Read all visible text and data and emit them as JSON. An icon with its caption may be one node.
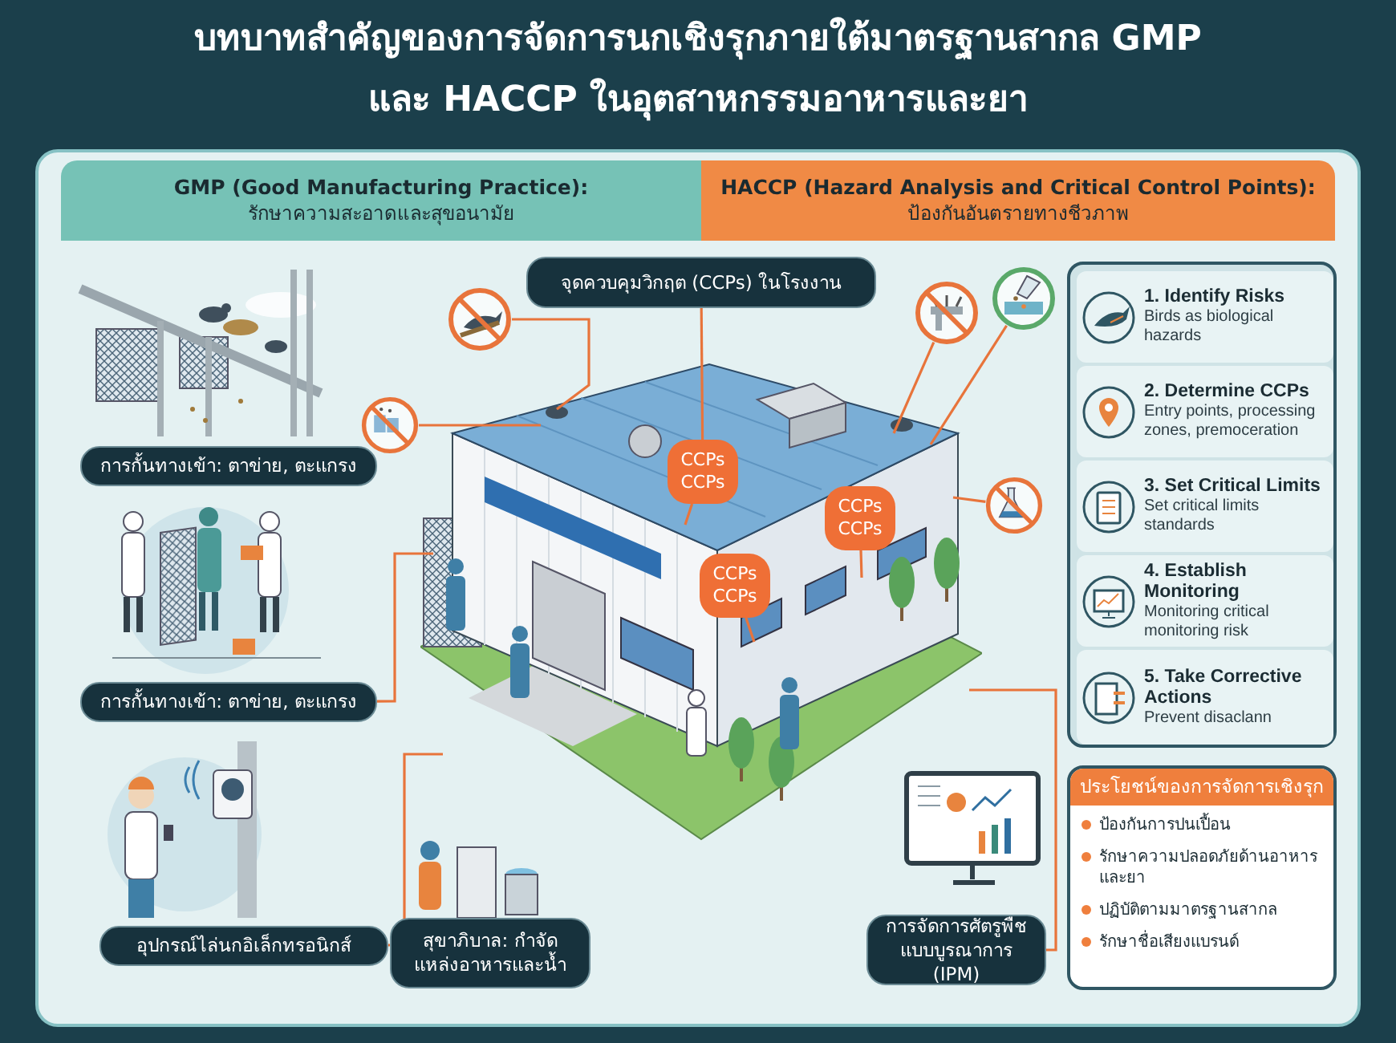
{
  "diagram": {
    "title": "บทบาทสำคัญของการจัดการนกเชิงรุกภายใต้มาตรฐานสากล **GMP** และ **HACCP** ในอุตสาหกรรมอาหารและยา",
    "nodes": [
      {
        "text": [
          "GMP (Good Manufacturing Practice):",
          "รักษาความสะอาดและสุขอนามัย"
        ]
      },
      {
        "text": [
          "HACCP (Hazard Analysis and Critical Control Points):",
          "ป้องกันอันตรายทางชีวภาพ"
        ]
      },
      {
        "text": [
          "การกั้นทางเข้า: ตาข่าย, ตะแกรง"
        ]
      },
      {
        "text": [
          "การกั้นทางเข้า: ตาข่าย, ตะแกรง"
        ]
      },
      {
        "text": [
          "อุปกรณ์ไล่นกอิเล็กทรอนิกส์"
        ]
      },
      {
        "text": [
          "จุดควบคุมวิกฤต (CCPs) ในโรงงาน"
        ]
      },
      {
        "text": [],
        "shape": "picture"
      },
      {
        "text": [
          "CCPs CCPs"
        ]
      },
      {
        "text": [
          "CCPs CCPs"
        ],
        "in": 6
      },
      {
        "text": [
          "CCPs CCPs"
        ],
        "in": 6
      },
      {
        "text": [
          "สุขาภิบาล: กำจัดแหล่งอาหารและน้ำ"
        ]
      },
      {
        "text": [
          "การจัดการศัตรูพืช แบบบูรณาการ (IPM)"
        ]
      },
      {
        "text": [],
        "shape": "circle"
      },
      {
        "text": [],
        "shape": "circle"
      },
      {
        "text": [],
        "shape": "circle"
      },
      {
        "text": [],
        "shape": "circle"
      },
      {
        "text": [],
        "shape": "circle"
      },
      {
        "text": [],
        "shape": "box"
      },
      {
        "text": [
          "1. Identify Risks",
          "Birds as biological hazards"
        ],
        "in": 17
      },
      {
        "text": [
          "2. Determine CCPs",
          "Entry points, processing zones, premoceration"
        ],
        "in": 17
      },
      {
        "text": [
          "3. Set Critical Limits",
          "Set critical limits standards"
        ],
        "in": 17
      },
      {
        "text": [
          "4. Establish Monitoring",
          "Monitoring critical monitoring risk"
        ],
        "in": 17
      },
      {
        "text": [
          "5. Take Corrective Actions",
          "Prevent disaclann"
        ],
        "in": 17
      },
      {
        "text": [
          "ประโยชน์ของการจัดการเชิงรุก",
          "ป้องกันการปนเปื้อน",
          "รักษาความปลอดภัยด้านอาหารและยา",
          "ปฏิบัติตามมาตรฐานสากล",
          "รักษาชื่อเสียงแบรนด์"
        ]
      }
    ],
    "edges": [
      {
        "from": 5,
        "to": 7,
        "arrow": "none"
      },
      {
        "from": 7,
        "to": 6,
        "arrow": "none"
      },
      {
        "from": 8,
        "to": 6,
        "arrow": "none"
      },
      {
        "from": 9,
        "to": 6,
        "arrow": "none"
      },
      {
        "from": 12,
        "to": 6,
        "arrow": "none"
      },
      {
        "from": 13,
        "to": 6,
        "arrow": "none"
      },
      {
        "from": 14,
        "to": 6,
        "arrow": "none"
      },
      {
        "from": 15,
        "to": 6,
        "arrow": "none"
      },
      {
        "from": 16,
        "to": 6,
        "arrow": "none"
      },
      {
        "from": 3,
        "to": 6,
        "arrow": "none"
      },
      {
        "from": 4,
        "to": 6,
        "arrow": "none"
      },
      {
        "from": 11,
        "to": 6,
        "arrow": "none"
      }
    ]
  }
}
